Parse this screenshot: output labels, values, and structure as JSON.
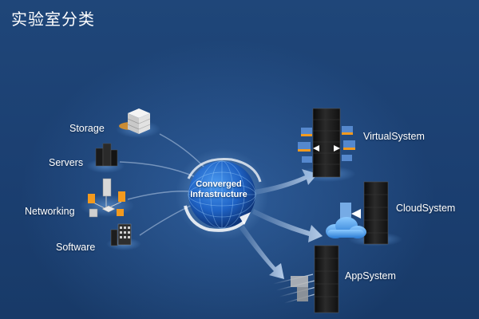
{
  "page": {
    "title": "实验室分类"
  },
  "inputs": [
    {
      "label": "Storage",
      "icon": "storage-icon"
    },
    {
      "label": "Servers",
      "icon": "servers-icon"
    },
    {
      "label": "Networking",
      "icon": "networking-icon"
    },
    {
      "label": "Software",
      "icon": "software-icon"
    }
  ],
  "hub": {
    "line1": "Converged",
    "line2": "Infrastructure",
    "icon": "globe-icon"
  },
  "outputs": [
    {
      "label": "VirtualSystem",
      "icon": "server-rack-icon"
    },
    {
      "label": "CloudSystem",
      "icon": "cloud-server-icon"
    },
    {
      "label": "AppSystem",
      "icon": "app-server-icon"
    }
  ],
  "colors": {
    "background": "#1c4173",
    "arrow": "#cfe3fb",
    "globe": "#1f63c6",
    "accent_orange": "#f39a1e",
    "cloud": "#5aaaf0"
  }
}
